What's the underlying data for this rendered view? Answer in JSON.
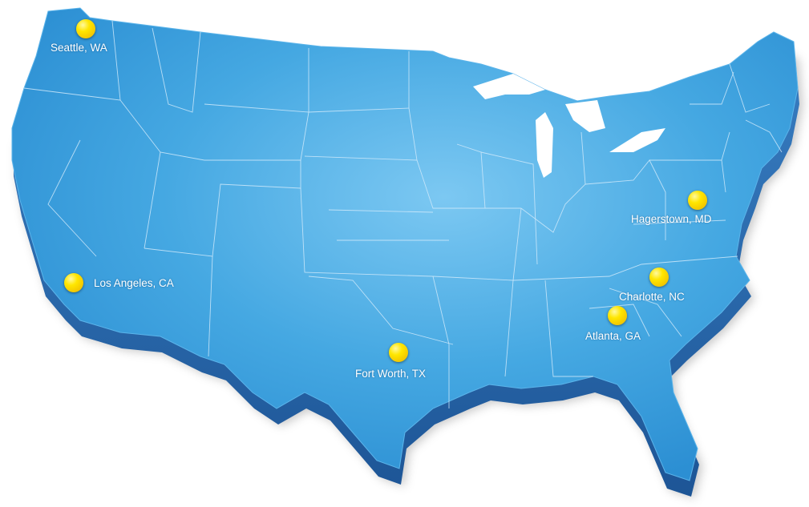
{
  "map": {
    "land_color": "#3aa0de",
    "land_highlight": "#7cc8f2",
    "extrusion_color": "#2566a8",
    "border_color": "#cfe9fa",
    "marker_color": "#ffe600"
  },
  "locations": [
    {
      "label": "Seattle, WA",
      "icon": "location-dot-icon"
    },
    {
      "label": "Los Angeles, CA",
      "icon": "location-dot-icon"
    },
    {
      "label": "Fort Worth, TX",
      "icon": "location-dot-icon"
    },
    {
      "label": "Atlanta, GA",
      "icon": "location-dot-icon"
    },
    {
      "label": "Charlotte, NC",
      "icon": "location-dot-icon"
    },
    {
      "label": "Hagerstown, MD",
      "icon": "location-dot-icon"
    }
  ]
}
